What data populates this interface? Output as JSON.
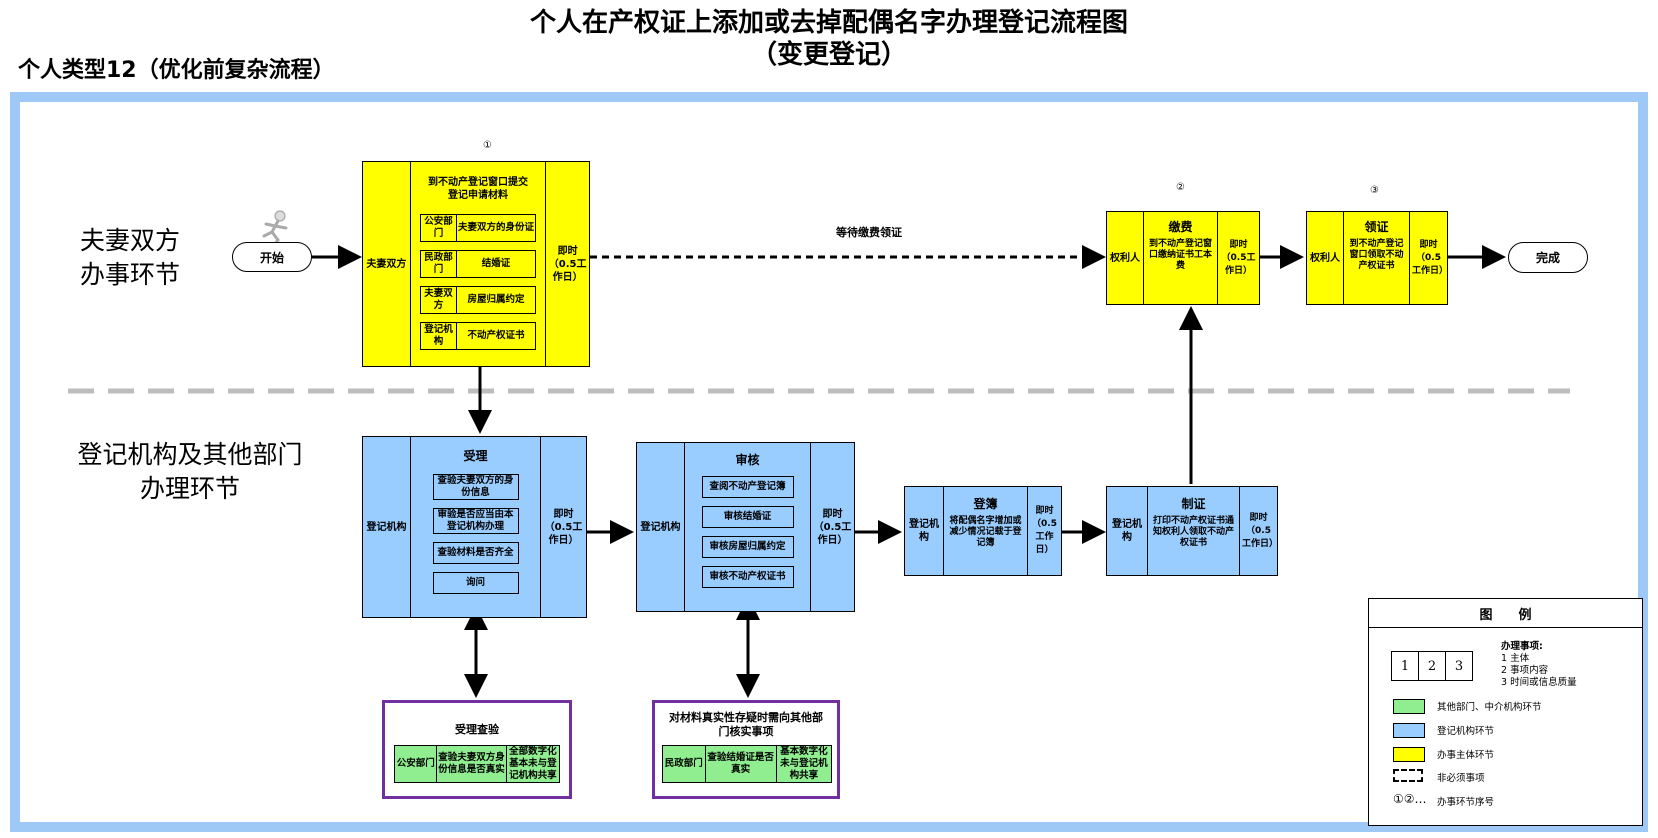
{
  "title_line1": "个人在产权证上添加或去掉配偶名字办理登记流程图",
  "title_line2": "（变更登记）",
  "subheading": "个人类型12（优化前复杂流程）",
  "lanes": {
    "top_line1": "夫妻双方",
    "top_line2": "办事环节",
    "bottom_line1": "登记机构及其他部门",
    "bottom_line2": "办理环节"
  },
  "start_label": "开始",
  "end_label": "完成",
  "wait_label": "等待缴费领证",
  "step1": {
    "number": "①",
    "subject": "夫妻双方",
    "title": "到不动产登记窗口提交登记申请材料",
    "time": "即时（0.5工作日）",
    "materials": [
      {
        "dept": "公安部门",
        "item": "夫妻双方的身份证"
      },
      {
        "dept": "民政部门",
        "item": "结婚证"
      },
      {
        "dept": "夫妻双方",
        "item": "房屋归属约定"
      },
      {
        "dept": "登记机构",
        "item": "不动产权证书"
      }
    ]
  },
  "step_fee": {
    "number": "②",
    "subject": "权利人",
    "title": "缴费",
    "desc": "到不动产登记窗口缴纳证书工本费",
    "time": "即时（0.5工作日）"
  },
  "step_cert": {
    "number": "③",
    "subject": "权利人",
    "title": "领证",
    "desc": "到不动产登记窗口领取不动产权证书",
    "time": "即时（0.5工作日）"
  },
  "step_accept": {
    "subject": "登记机构",
    "title": "受理",
    "time": "即时（0.5工作日）",
    "items": [
      "查验夫妻双方的身份信息",
      "审验是否应当由本登记机构办理",
      "查验材料是否齐全",
      "询问"
    ]
  },
  "step_review": {
    "subject": "登记机构",
    "title": "审核",
    "time": "即时（0.5工作日）",
    "items": [
      "查阅不动产登记簿",
      "审核结婚证",
      "审核房屋归属约定",
      "审核不动产权证书"
    ]
  },
  "step_register": {
    "subject": "登记机构",
    "title": "登簿",
    "desc": "将配偶名字增加或减少情况记载于登记簿",
    "time": "即时（0.5工作日）"
  },
  "step_make": {
    "subject": "登记机构",
    "title": "制证",
    "desc": "打印不动产权证书通知权利人领取不动产权证书",
    "time": "即时（0.5工作日）"
  },
  "check1": {
    "title": "受理查验",
    "cells": [
      "公安部门",
      "查验夫妻双方身份信息是否真实",
      "全部数字化基本未与登记机构共享"
    ]
  },
  "check2": {
    "title": "对材料真实性存疑时需向其他部门核实事项",
    "cells": [
      "民政部门",
      "查验结婚证是否真实",
      "基本数字化未与登记机构共享"
    ]
  },
  "legend": {
    "title": "图　　例",
    "box_nums": [
      "1",
      "2",
      "3"
    ],
    "item_heading": "办理事项:",
    "item_lines": [
      "1 主体",
      "2 事项内容",
      "3 时间或信息质量"
    ],
    "green_label": "其他部门、中介机构环节",
    "blue_label": "登记机构环节",
    "yellow_label": "办事主体环节",
    "dashed_label": "非必须事项",
    "seq_symbol": "①②…",
    "seq_label": "办事环节序号"
  },
  "colors": {
    "yellow": "#ffff00",
    "blue": "#99ccff",
    "green": "#90ee90",
    "purple": "#7030a0",
    "frame": "#9ec8f5"
  }
}
